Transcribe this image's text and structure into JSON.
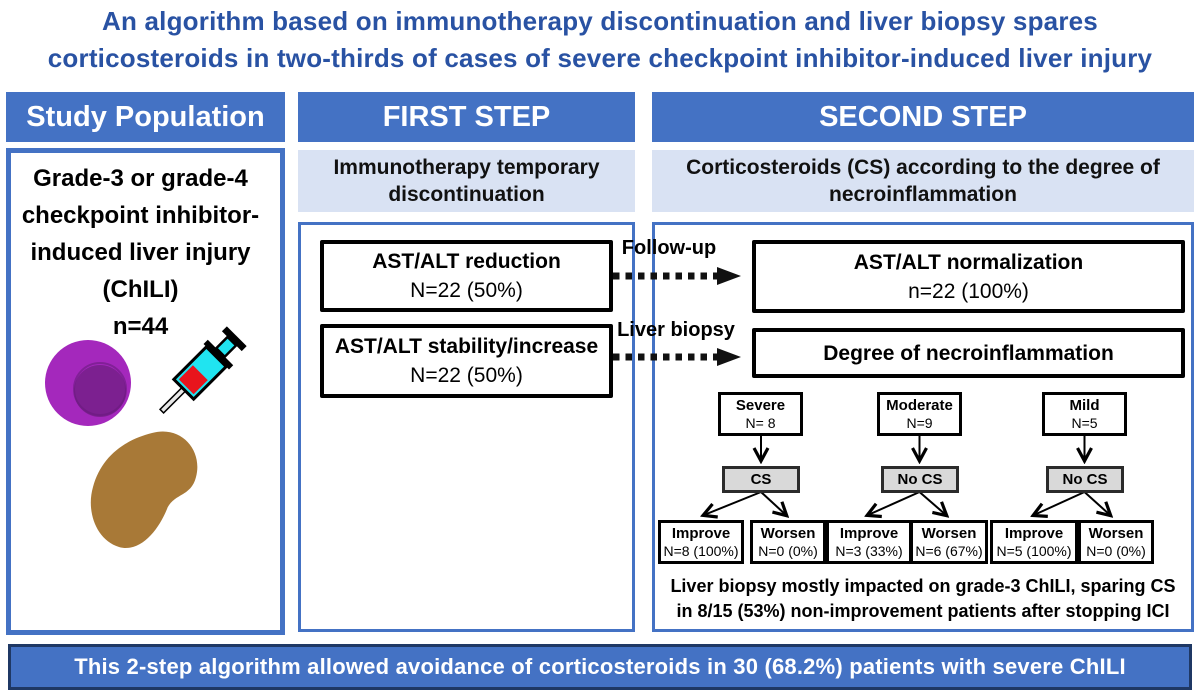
{
  "title": {
    "text": "An algorithm based on immunotherapy discontinuation and liver biopsy spares\ncorticosteroids in two-thirds of cases of severe checkpoint inhibitor-induced liver injury"
  },
  "study_population": {
    "header": "Study Population",
    "description": "Grade-3 or grade-4\ncheckpoint inhibitor-\ninduced liver injury\n(ChILI)\nn=44",
    "icons": [
      "cell-icon",
      "syringe-icon",
      "liver-icon"
    ]
  },
  "first_step": {
    "header": "FIRST STEP",
    "subtitle": "Immunotherapy temporary\ndiscontinuation",
    "boxes": [
      {
        "label": "AST/ALT reduction",
        "value": "N=22 (50%)"
      },
      {
        "label": "AST/ALT stability/increase",
        "value": "N=22 (50%)"
      }
    ]
  },
  "connectors": [
    {
      "label": "Follow-up"
    },
    {
      "label": "Liver biopsy"
    }
  ],
  "second_step": {
    "header": "SECOND STEP",
    "subtitle": "Corticosteroids (CS) according to the degree of\nnecroinflammation",
    "normalization_box": {
      "label": "AST/ALT normalization",
      "value": "n=22 (100%)"
    },
    "degree_box": {
      "label": "Degree of necroinflammation"
    },
    "branches": [
      {
        "severity": "Severe",
        "n": "N= 8",
        "treatment": "CS",
        "outcomes": [
          {
            "label": "Improve",
            "value": "N=8 (100%)"
          },
          {
            "label": "Worsen",
            "value": "N=0 (0%)"
          }
        ]
      },
      {
        "severity": "Moderate",
        "n": "N=9",
        "treatment": "No CS",
        "outcomes": [
          {
            "label": "Improve",
            "value": "N=3 (33%)"
          },
          {
            "label": "Worsen",
            "value": "N=6 (67%)"
          }
        ]
      },
      {
        "severity": "Mild",
        "n": "N=5",
        "treatment": "No CS",
        "outcomes": [
          {
            "label": "Improve",
            "value": "N=5 (100%)"
          },
          {
            "label": "Worsen",
            "value": "N=0 (0%)"
          }
        ]
      }
    ],
    "note": "Liver biopsy mostly impacted on grade-3 ChILI, sparing CS\nin 8/15 (53%) non-improvement patients after stopping ICI"
  },
  "footer": {
    "text": "This 2-step algorithm allowed avoidance of corticosteroids in 30 (68.2%) patients with severe ChILI"
  },
  "colors": {
    "header_blue": "#4472C4",
    "light_blue": "#D9E2F3",
    "title_navy": "#2952A3",
    "banner_border": "#1F3864",
    "gray_box": "#D9D9D9",
    "cell_purple": "#A428BC",
    "cell_inner_purple": "#7C2090",
    "liver_brown": "#A87937",
    "syringe_cyan": "#20E4F0",
    "syringe_red": "#E8141C"
  }
}
